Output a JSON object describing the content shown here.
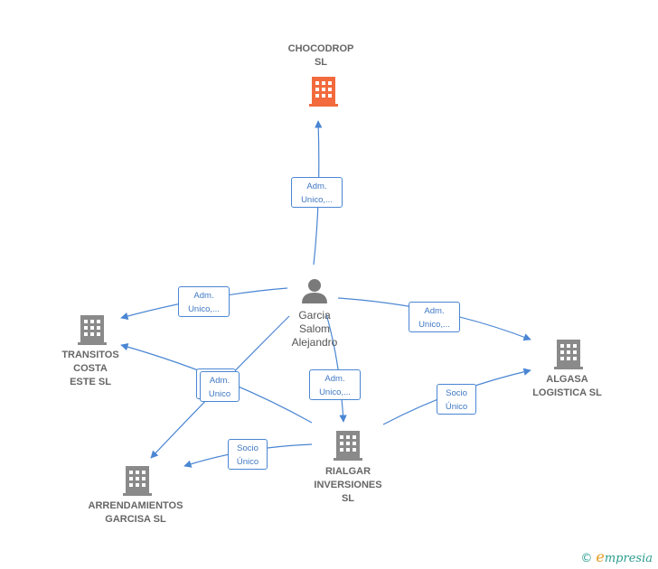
{
  "colors": {
    "edge": "#4a86d3",
    "focus_building": "#f26a3d",
    "building": "#8a8a8a",
    "person": "#7a7a7a"
  },
  "nodes": {
    "chocodrop": "CHOCODROP\nSL",
    "transitos": "TRANSITOS\nCOSTA\nESTE SL",
    "algasa": "ALGASA\nLOGISTICA  SL",
    "rialgar": "RIALGAR\nINVERSIONES\nSL",
    "arrendamientos": "ARRENDAMIENTOS\nGARCISA  SL",
    "person": "Garcia\nSalom\nAlejandro"
  },
  "edges": {
    "to_chocodrop": "Adm.\nUnico,...",
    "to_transitos": "Adm.\nUnico,...",
    "to_algasa": "Adm.\nUnico,...",
    "to_rialgar": "Adm.\nUnico,...",
    "person_to_arrendamientos": "Adm.\nUnico",
    "rialgar_to_algasa": "Socio\nÚnico",
    "rialgar_to_arrendamientos": "Socio\nÚnico"
  },
  "footer": {
    "copyright": "©",
    "brand_e": "e",
    "brand_rest": "mpresia"
  }
}
